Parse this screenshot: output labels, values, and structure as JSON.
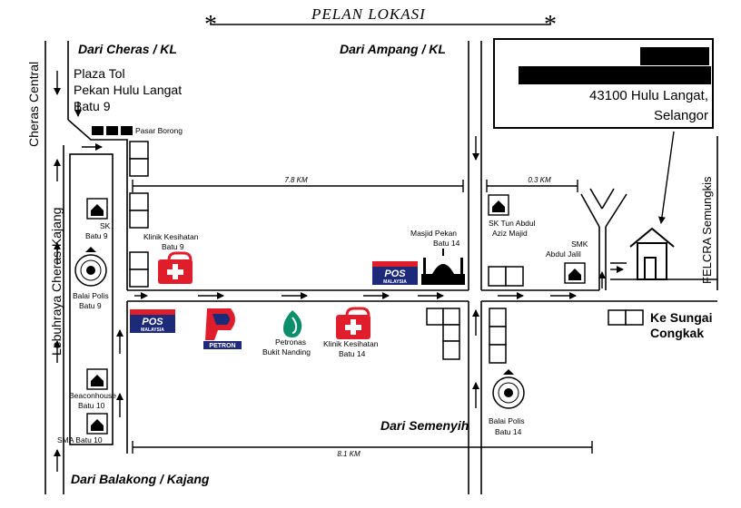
{
  "title": "PELAN LOKASI",
  "roads": {
    "cheras_central": "Cheras Central",
    "lebuhraya": "Lebuhraya Cheras-Kajang",
    "felcra": "FELCRA Semungkis"
  },
  "directions": {
    "dari_cheras": "Dari Cheras / KL",
    "dari_ampang": "Dari Ampang / KL",
    "dari_semenyih": "Dari Semenyih",
    "dari_balakong": "Dari Balakong / Kajang",
    "ke_sungai_1": "Ke Sungai",
    "ke_sungai_2": "Congkak"
  },
  "plaza": [
    "Plaza Tol",
    "Pekan Hulu Langat",
    "Batu 9"
  ],
  "distances": {
    "top_long": "7.8 KM",
    "top_short": "0.3 KM",
    "bottom": "8.1 KM"
  },
  "address": {
    "line3": "43100 Hulu Langat,",
    "line4": "Selangor"
  },
  "landmarks": {
    "pasar_borong": "Pasar Borong",
    "sk_batu9": [
      "SK",
      "Batu 9"
    ],
    "balai_polis_batu9": [
      "Balai Polis",
      "Batu 9"
    ],
    "beaconhouse": [
      "Beaconhouse",
      "Batu 10"
    ],
    "sma_batu10": "SMA Batu 10",
    "klinik_batu9": [
      "Klinik Kesihatan",
      "Batu 9"
    ],
    "masjid": [
      "Masjid Pekan",
      "Batu 14"
    ],
    "sk_tun": [
      "SK Tun Abdul",
      "Aziz Majid"
    ],
    "smk_abdul_jalil": [
      "SMK",
      "Abdul Jalil"
    ],
    "petronas": [
      "Petronas",
      "Bukit Nanding"
    ],
    "klinik_batu14": [
      "Klinik Kesihatan",
      "Batu 14"
    ],
    "balai_polis_batu14": [
      "Balai Polis",
      "Batu 14"
    ]
  },
  "logos": {
    "pos": "POS",
    "pos_sub": "MALAYSIA",
    "petron": "PETRON"
  },
  "colors": {
    "red": "#e01e2b",
    "navy": "#1d2a7a",
    "green": "#0b8f6b"
  }
}
